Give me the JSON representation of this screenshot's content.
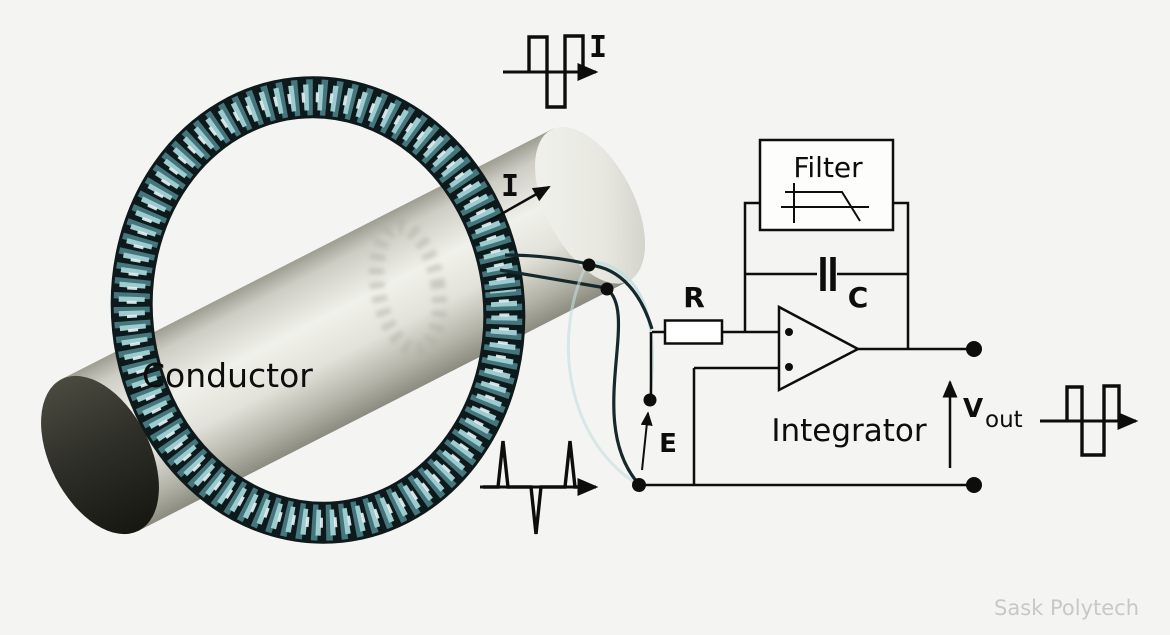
{
  "diagram": {
    "type": "rogowski-coil-current-measurement",
    "labels": {
      "conductor": "Conductor",
      "primary_current": "I",
      "current_waveform": "I",
      "coil_emf": "E",
      "resistor": "R",
      "capacitor": "C",
      "filter": "Filter",
      "integrator": "Integrator",
      "output_voltage": "V",
      "output_voltage_sub": "out"
    },
    "watermark": "Sask Polytech",
    "colors": {
      "background": "#f4f4f3",
      "line": "#0d0d0b",
      "coil_dark": "#0d191b",
      "coil_mid": "#44767b",
      "coil_light": "#9ccbd0",
      "coil_glint": "#e8f4f5",
      "cylinder_light": "#f1f1eb",
      "cylinder_dark": "#8b8b80",
      "end_cap_dark": "#1d1d16",
      "watermark_gray": "#c8c8c8"
    },
    "waveform_notes": {
      "input_current": "bipolar square pulse",
      "coil_output": "differentiated voltage spikes",
      "integrator_output": "bipolar square pulse"
    }
  }
}
